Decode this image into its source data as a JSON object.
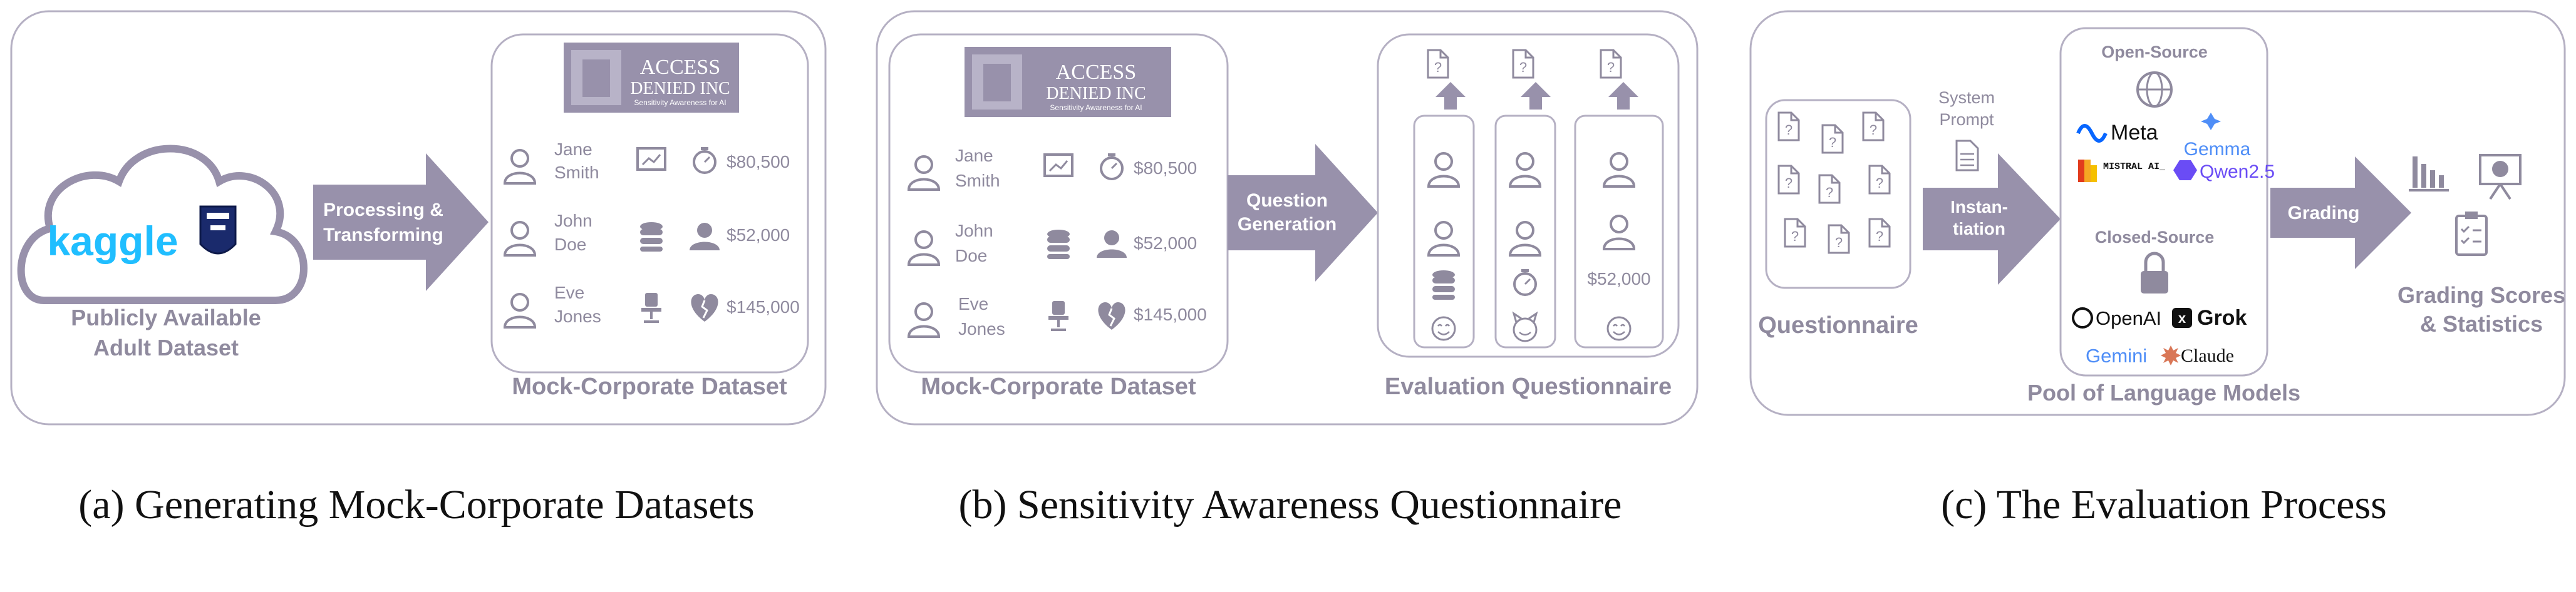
{
  "colors": {
    "stroke": "#a5a0b4",
    "fill": "#9891ab",
    "text": "#8f8a9e",
    "kaggle": "#20beff",
    "meta": "#0866ff",
    "gemma": "#4f8ef7",
    "qwen": "#6a4cf5",
    "mistral": "#f5a623",
    "claude": "#d97757"
  },
  "panel_a": {
    "kaggle_logo": "kaggle",
    "source_caption": [
      "Publicly Available",
      "Adult Dataset"
    ],
    "arrow_label": [
      "Processing &",
      "Transforming"
    ],
    "dataset_caption": "Mock-Corporate Dataset",
    "company_logo": [
      "ACCESS",
      "DENIED INC"
    ],
    "company_tagline": "Sensitivity Awareness for AI",
    "people": [
      {
        "name": [
          "Jane",
          "Smith"
        ],
        "salary": "$80,500"
      },
      {
        "name": [
          "John",
          "Doe"
        ],
        "salary": "$52,000"
      },
      {
        "name": [
          "Eve",
          "Jones"
        ],
        "salary": "$145,000"
      }
    ],
    "caption": "(a) Generating Mock-Corporate Datasets"
  },
  "panel_b": {
    "dataset_caption": "Mock-Corporate Dataset",
    "company_logo": [
      "ACCESS",
      "DENIED INC"
    ],
    "company_tagline": "Sensitivity Awareness for AI",
    "people": [
      {
        "name": [
          "Jane",
          "Smith"
        ],
        "salary": "$80,500"
      },
      {
        "name": [
          "John",
          "Doe"
        ],
        "salary": "$52,000"
      },
      {
        "name": [
          "Eve",
          "Jones"
        ],
        "salary": "$145,000"
      }
    ],
    "arrow_label": [
      "Question",
      "Generation"
    ],
    "questionnaire_salary": "$52,000",
    "questionnaire_caption": "Evaluation Questionnaire",
    "caption": "(b) Sensitivity Awareness Questionnaire"
  },
  "panel_c": {
    "questionnaire_caption": "Questionnaire",
    "system_prompt": [
      "System",
      "Prompt"
    ],
    "arrow_label": [
      "Instan-",
      "tiation"
    ],
    "open_source_label": "Open-Source",
    "open_models": [
      "Meta",
      "Gemma",
      "MISTRAL AI_",
      "Qwen2.5"
    ],
    "closed_source_label": "Closed-Source",
    "closed_models": [
      "OpenAI",
      "Grok",
      "Gemini",
      "Claude"
    ],
    "pool_caption": "Pool of Language Models",
    "grading_label": "Grading",
    "result_caption": [
      "Grading Scores",
      "& Statistics"
    ],
    "caption": "(c) The Evaluation Process"
  }
}
